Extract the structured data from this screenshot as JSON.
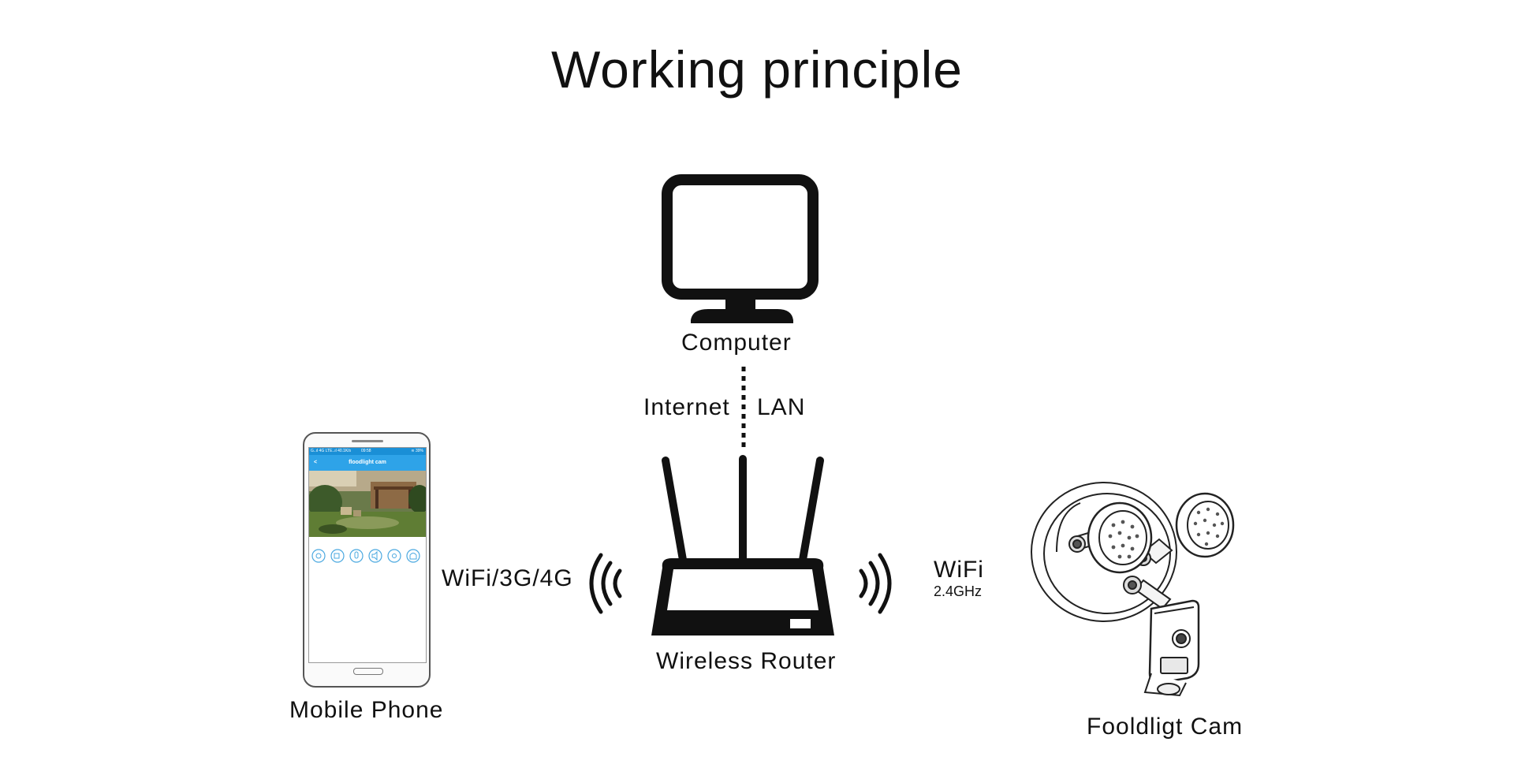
{
  "title": "Working principle",
  "nodes": {
    "computer": "Computer",
    "router": "Wireless Router",
    "phone": "Mobile Phone",
    "camera": "Fooldligt Cam"
  },
  "links": {
    "internet": "Internet",
    "lan": "LAN",
    "mobile": "WiFi/3G/4G",
    "wifi": "WiFi",
    "wifi_band": "2.4GHz"
  },
  "phone_screen": {
    "status_left": "G..ıl 4G LTE..ıl 40.1K/s",
    "status_time": "09:58",
    "status_right": "≋ 39%",
    "app_title": "floodlight cam",
    "back": "<"
  },
  "colors": {
    "ink": "#111111",
    "app_blue": "#2ea3e8",
    "icon_blue": "#4aa8e0"
  }
}
